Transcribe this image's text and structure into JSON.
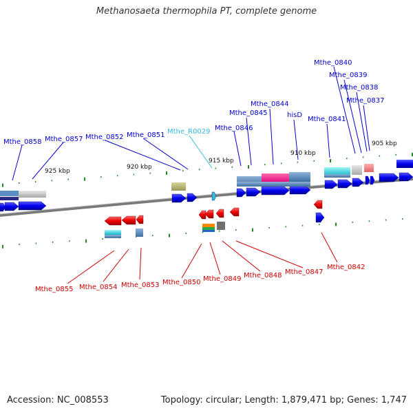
{
  "title": "Methanosaeta thermophila PT, complete genome",
  "footer": {
    "accession": "Accession: NC_008553",
    "summary": "Topology: circular; Length: 1,879,471 bp; Genes: 1,747"
  },
  "colors": {
    "forward_label": "#0000cc",
    "reverse_label": "#cc0000",
    "rna_label": "#33bbdd",
    "forward_gene": "#0000ee",
    "reverse_gene": "#ee0000",
    "tick": "#228822",
    "backbone": "#808080"
  },
  "kbp_ticks": [
    "925 kbp",
    "920 kbp",
    "915 kbp",
    "910 kbp",
    "905 kbp"
  ],
  "forward_labels": [
    "Mthe_0858",
    "Mthe_0857",
    "Mthe_0852",
    "Mthe_0851",
    "Mthe_0846",
    "Mthe_0845",
    "Mthe_0844",
    "hisD",
    "Mthe_0841",
    "Mthe_0840",
    "Mthe_0839",
    "Mthe_0838",
    "Mthe_0837"
  ],
  "rna_labels": [
    "Mthe_R0029"
  ],
  "reverse_labels": [
    "Mthe_0855",
    "Mthe_0854",
    "Mthe_0853",
    "Mthe_0850",
    "Mthe_0849",
    "Mthe_0848",
    "Mthe_0847",
    "Mthe_0842"
  ]
}
